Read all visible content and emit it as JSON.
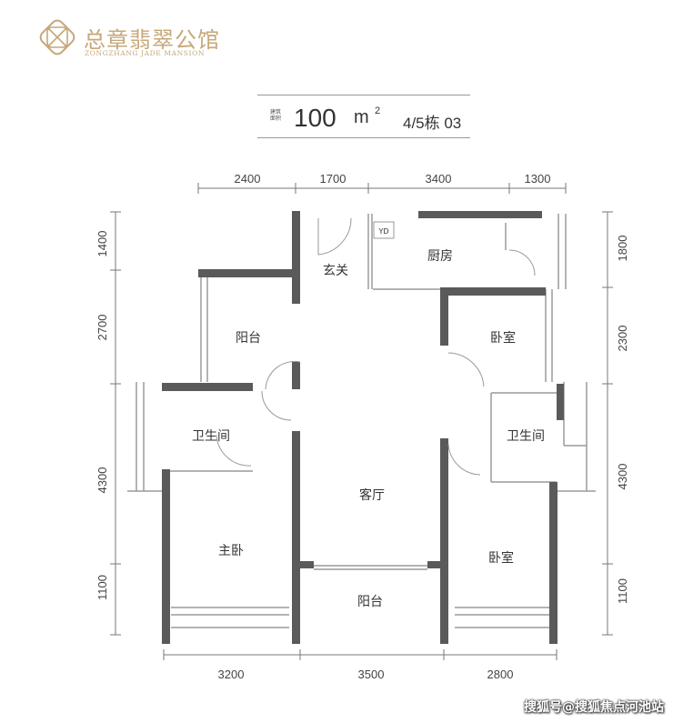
{
  "logo": {
    "name_cn": "总章翡翠公馆",
    "name_en": "ZONGZHANG JADE MANSION",
    "color": "#c7a77a"
  },
  "unit_info": {
    "area_tag": [
      "建筑",
      "面积"
    ],
    "area_value": "100",
    "area_unit": "m",
    "area_sup": "2",
    "building": "4/5栋 03"
  },
  "dimensions": {
    "top": [
      "2400",
      "1700",
      "3400",
      "1300"
    ],
    "bottom": [
      "3200",
      "3500",
      "2800"
    ],
    "left": [
      "1400",
      "2700",
      "4300",
      "1100"
    ],
    "right": [
      "1800",
      "2300",
      "4300",
      "1100"
    ]
  },
  "rooms": {
    "foyer": "玄关",
    "kitchen": "厨房",
    "yd": "YD",
    "balcony_nw": "阳台",
    "bedroom_ne": "卧室",
    "bath_w": "卫生间",
    "bath_e": "卫生间",
    "living": "客厅",
    "master": "主卧",
    "bedroom_se": "卧室",
    "balcony_s": "阳台"
  },
  "watermark": "搜狐号@搜狐焦点河池站",
  "colors": {
    "wall": "#5a5a5a",
    "thin": "#9a9a9a",
    "dim_line": "#777777"
  }
}
